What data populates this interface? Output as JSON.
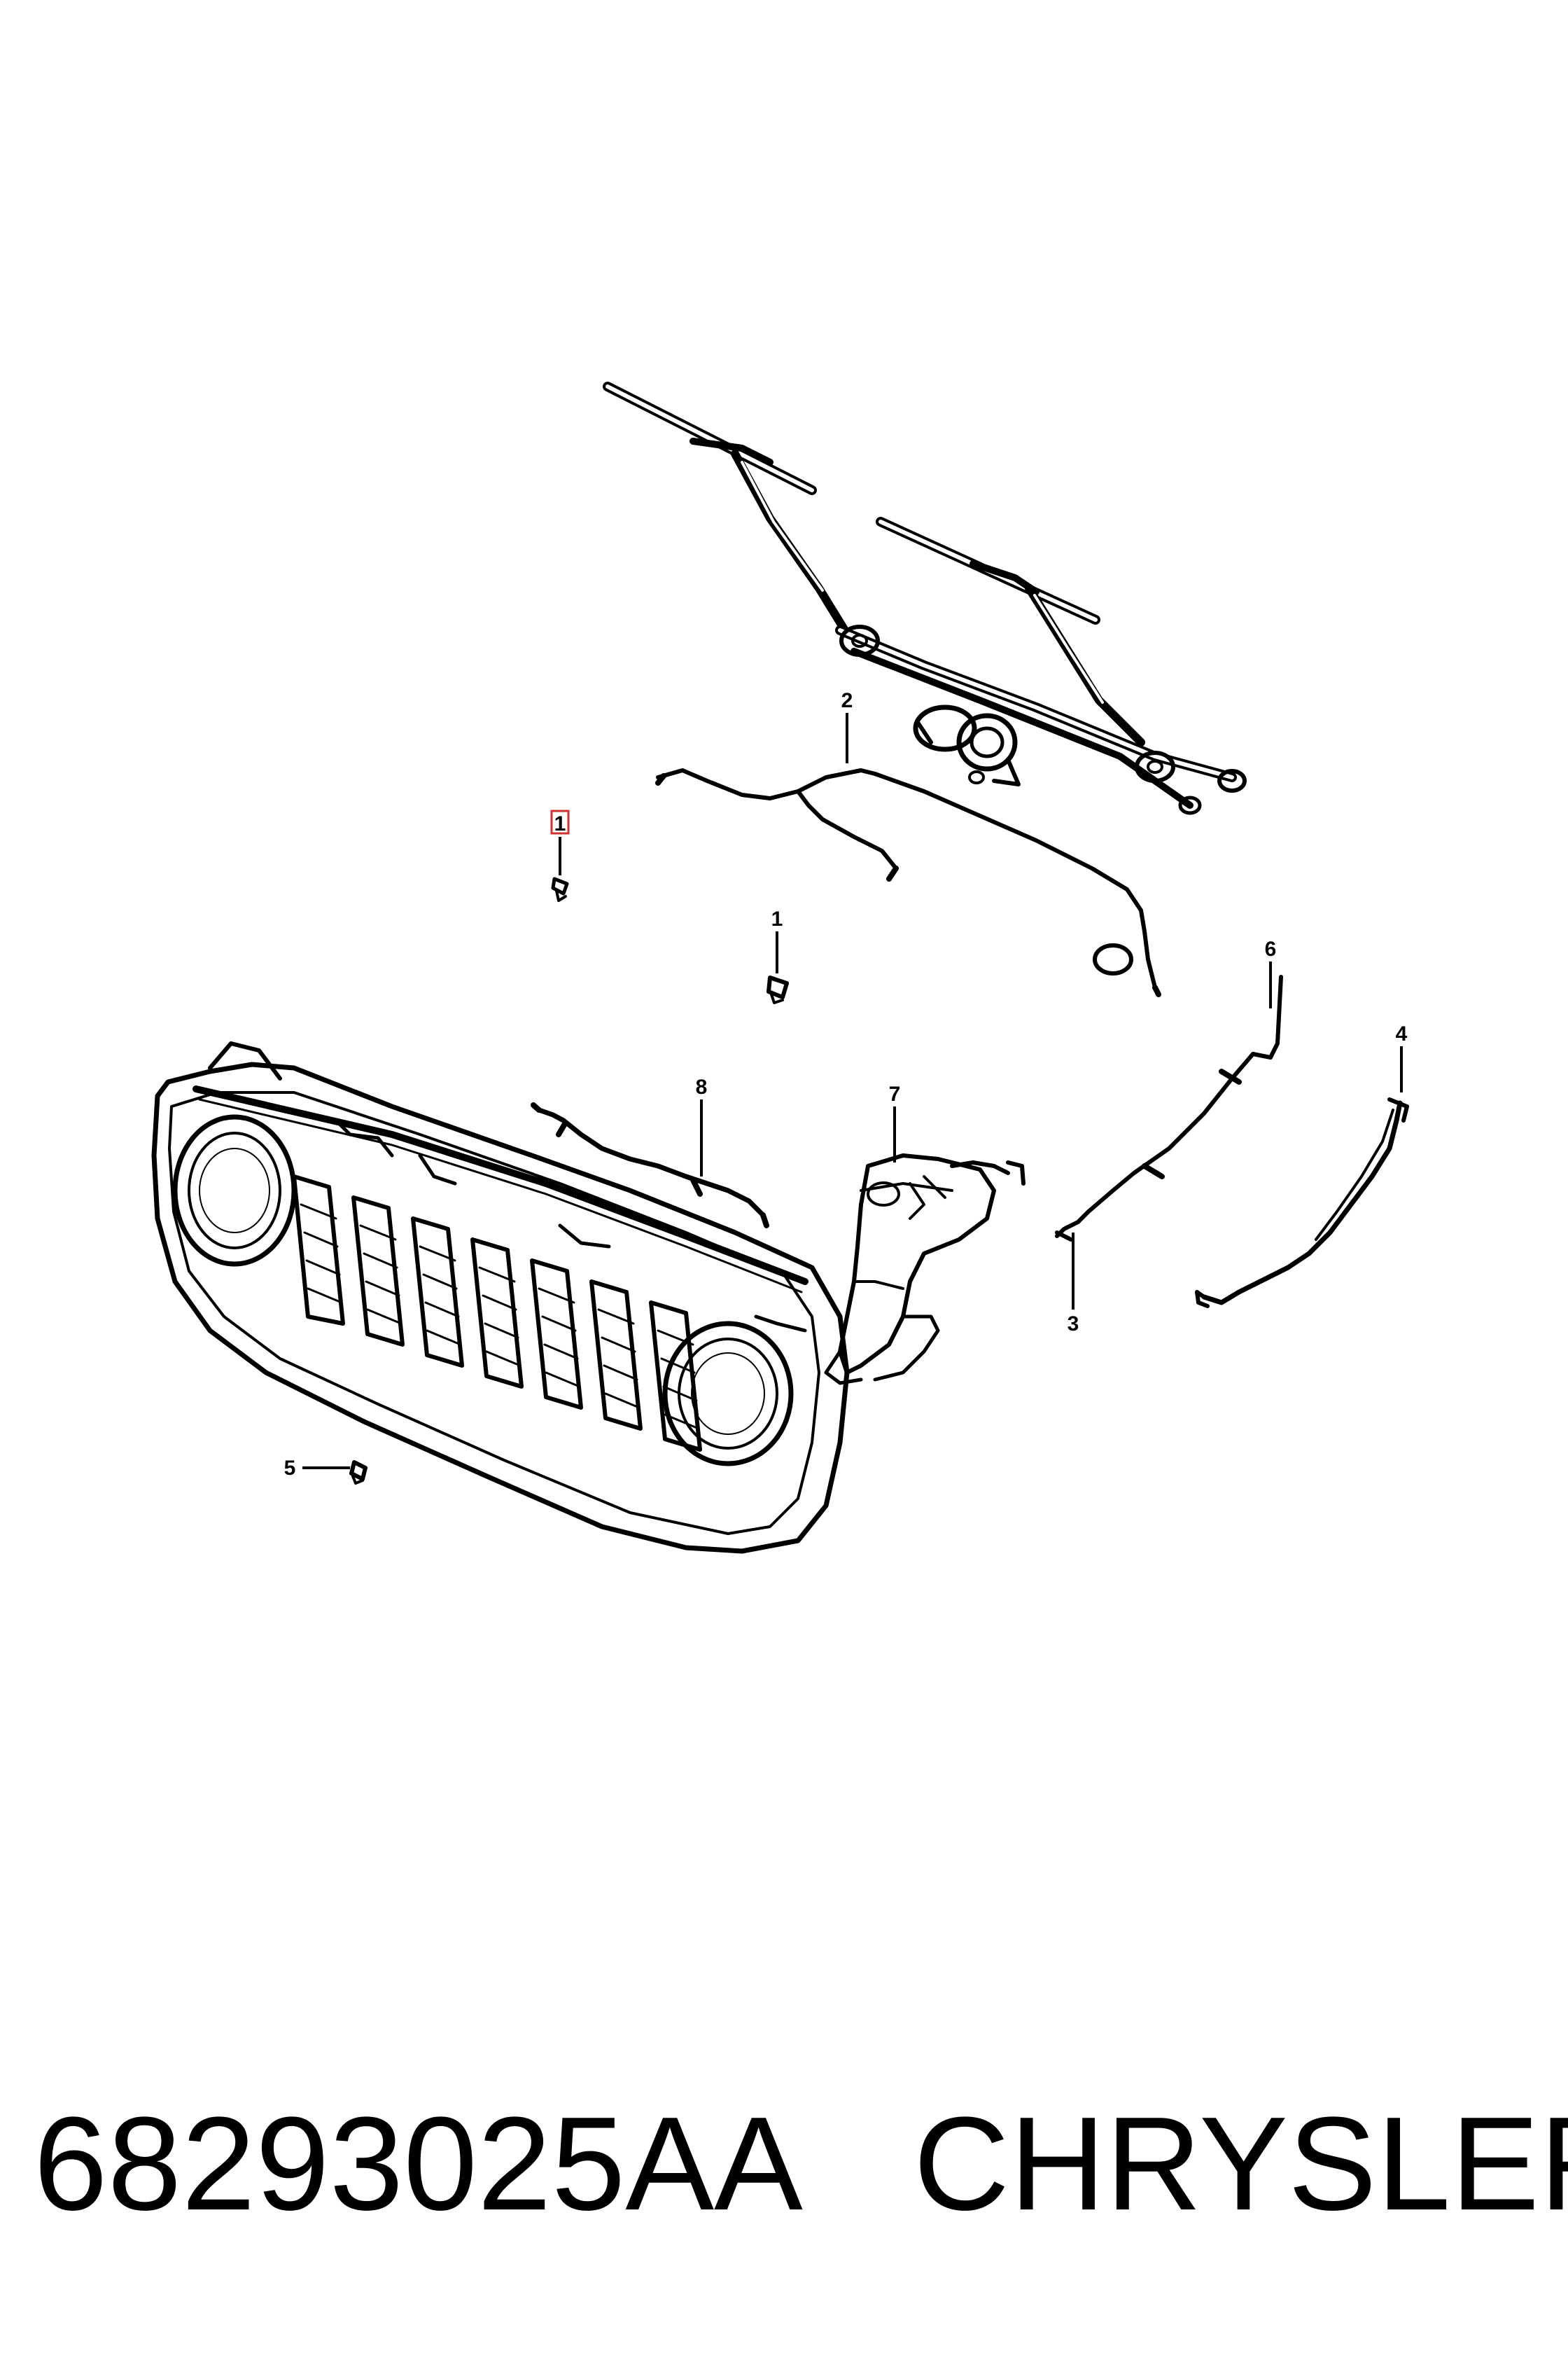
{
  "callouts": [
    {
      "id": "callout-1-highlighted",
      "text": "1"
    },
    {
      "id": "callout-2",
      "text": "2"
    },
    {
      "id": "callout-1",
      "text": "1"
    },
    {
      "id": "callout-6",
      "text": "6"
    },
    {
      "id": "callout-4",
      "text": "4"
    },
    {
      "id": "callout-8",
      "text": "8"
    },
    {
      "id": "callout-7",
      "text": "7"
    },
    {
      "id": "callout-3",
      "text": "3"
    },
    {
      "id": "callout-5",
      "text": "5"
    }
  ],
  "highlight_color": "#cc3333",
  "footer": {
    "part_number": "68293025AA",
    "brand": "CHRYSLER"
  }
}
